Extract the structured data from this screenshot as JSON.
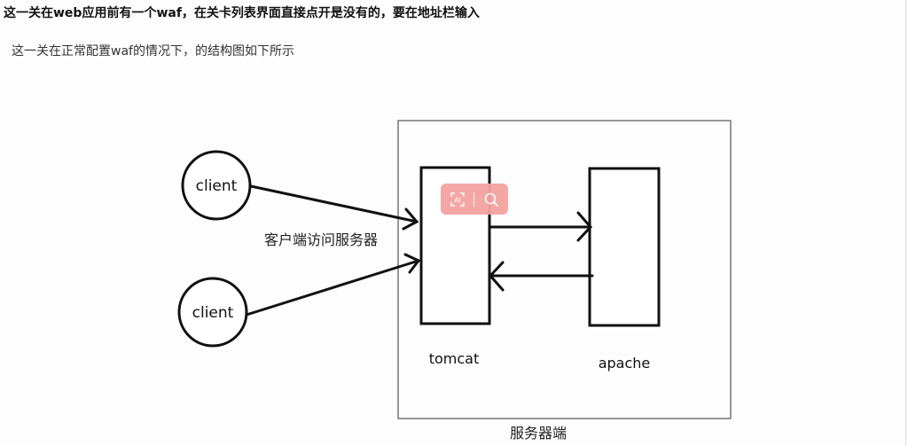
{
  "header": {
    "title": "这一关在web应用前有一个waf，在关卡列表界面直接点开是没有的，要在地址栏输入",
    "description": "这一关在正常配置waf的情况下，的结构图如下所示"
  },
  "diagram": {
    "client_top_label": "client",
    "client_bottom_label": "client",
    "access_label": "客户端访问服务器",
    "tomcat_label": "tomcat",
    "apache_label": "apache",
    "server_label": "服务器端"
  },
  "overlay": {
    "icons": [
      "ai-text-icon",
      "search-icon"
    ],
    "color": "#f4a3a0"
  },
  "colors": {
    "stroke": "#111111",
    "frame": "#555555"
  }
}
